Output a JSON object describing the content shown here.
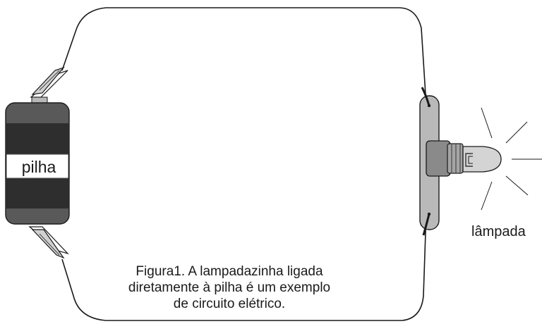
{
  "labels": {
    "battery": "pilha",
    "bulb": "lâmpada"
  },
  "caption": {
    "lines": [
      "Figura1. A lampadazinha ligada",
      "diretamente à pilha é um exemplo",
      "de circuito elétrico."
    ]
  },
  "colors": {
    "wire": "#1a1a1a",
    "battery_body": "#595959",
    "battery_bands": "#2e2e2e",
    "battery_label_band": "#ffffff",
    "holder": "#b9b9b9",
    "bulb_base": "#8a8a8a",
    "bulb_glass": "#d4d4d4",
    "light_rays": "#1a1a1a"
  },
  "icons": {
    "clip_top": "alligator-clip-icon",
    "clip_bottom": "alligator-clip-icon",
    "bulb": "light-bulb-icon",
    "rays": "light-rays-icon"
  }
}
